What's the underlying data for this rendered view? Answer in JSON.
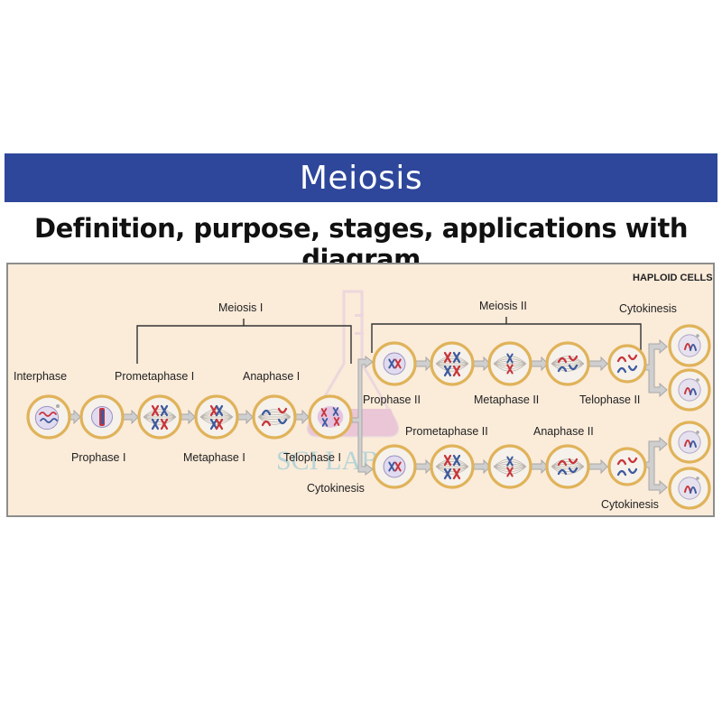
{
  "header": {
    "title": "Meiosis",
    "subtitle": "Definition, purpose, stages, applications with diagram"
  },
  "colors": {
    "banner": "#2e479b",
    "panel_bg": "#fbebd9",
    "cell_ring": "#e0b35a",
    "cell_fill": "#f6f1ea",
    "maternal": "#c8343a",
    "paternal": "#3d5a9e",
    "arrow": "#b9b9b9"
  },
  "diagram": {
    "corner_label": "HAPLOID CELLS",
    "phase_labels": {
      "meiosis_1": "Meiosis I",
      "meiosis_2": "Meiosis II",
      "cytokinesis_top": "Cytokinesis",
      "interphase": "Interphase",
      "prometaphase_1": "Prometaphase I",
      "anaphase_1": "Anaphase I",
      "prophase_1": "Prophase I",
      "metaphase_1": "Metaphase I",
      "telophase_1": "Telophase I",
      "cytokinesis_left": "Cytokinesis",
      "prophase_2": "Prophase II",
      "metaphase_2": "Metaphase II",
      "telophase_2": "Telophase II",
      "prometaphase_2": "Prometaphase II",
      "anaphase_2": "Anaphase II",
      "cytokinesis_bottom": "Cytokinesis"
    },
    "watermark": "SCI LAB"
  }
}
